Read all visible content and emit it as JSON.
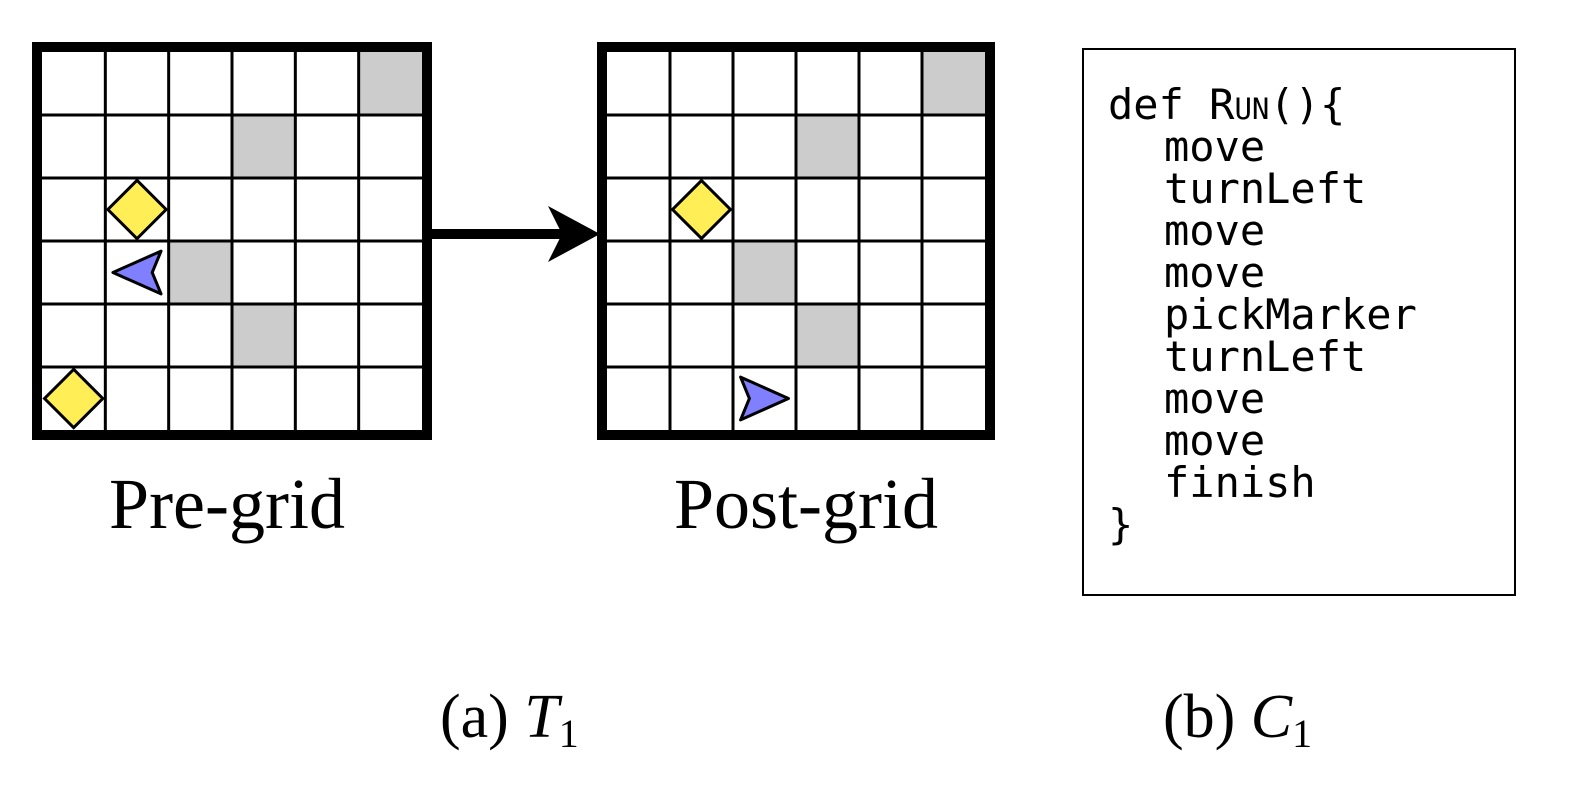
{
  "figure": {
    "pre_grid": {
      "label": "Pre-grid",
      "rows": 6,
      "cols": 6,
      "walls": [
        [
          0,
          5
        ],
        [
          1,
          3
        ],
        [
          3,
          2
        ],
        [
          4,
          3
        ]
      ],
      "markers": [
        [
          2,
          1
        ],
        [
          5,
          0
        ]
      ],
      "avatar": {
        "row": 3,
        "col": 1,
        "direction": "west"
      }
    },
    "post_grid": {
      "label": "Post-grid",
      "rows": 6,
      "cols": 6,
      "walls": [
        [
          0,
          5
        ],
        [
          1,
          3
        ],
        [
          3,
          2
        ],
        [
          4,
          3
        ]
      ],
      "markers": [
        [
          2,
          1
        ]
      ],
      "avatar": {
        "row": 5,
        "col": 2,
        "direction": "east"
      }
    },
    "colors": {
      "wall": "#cccccc",
      "marker": "#ffee55",
      "avatar": "#8080ff",
      "grid_line": "#000000"
    },
    "caption_a": {
      "prefix": "(a)",
      "symbol": "T",
      "subscript": "1"
    },
    "caption_b": {
      "prefix": "(b)",
      "symbol": "C",
      "subscript": "1"
    },
    "code": {
      "keyword": "def",
      "function_name": "Run",
      "signature_suffix": "(){",
      "body": [
        "move",
        "turnLeft",
        "move",
        "move",
        "pickMarker",
        "turnLeft",
        "move",
        "move",
        "finish"
      ],
      "closing": "}"
    }
  }
}
